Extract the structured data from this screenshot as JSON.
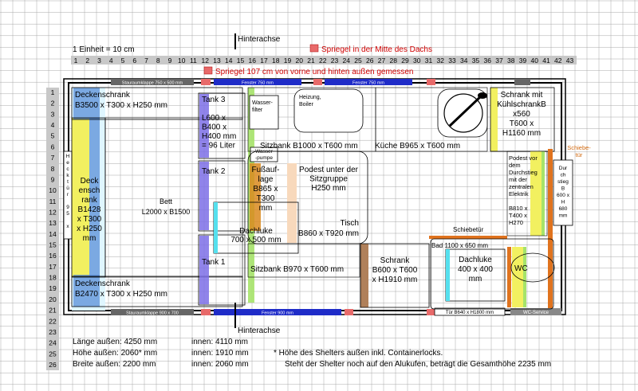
{
  "scale_label": "1 Einheit = 10 cm",
  "top_axis_label": "Hinterachse",
  "bottom_axis_label": "Hinterachse",
  "legend": [
    {
      "text": "Spriegel in der Mitte des Dachs",
      "color": "#e83a3a"
    },
    {
      "text": "Spriegel 107 cm von vorne und hinten außen gemessen",
      "color": "#e83a3a"
    }
  ],
  "col_numbers": [
    "1",
    "2",
    "3",
    "4",
    "5",
    "6",
    "7",
    "8",
    "9",
    "10",
    "11",
    "12",
    "13",
    "14",
    "15",
    "16",
    "17",
    "18",
    "19",
    "20",
    "21",
    "22",
    "23",
    "24",
    "25",
    "26",
    "27",
    "28",
    "29",
    "30",
    "31",
    "32",
    "33",
    "34",
    "35",
    "36",
    "37",
    "38",
    "39",
    "40",
    "41",
    "42",
    "43"
  ],
  "row_numbers": [
    "1",
    "2",
    "3",
    "4",
    "5",
    "6",
    "7",
    "8",
    "9",
    "10",
    "11",
    "12",
    "13",
    "14",
    "15",
    "16",
    "17",
    "18",
    "19",
    "20",
    "21",
    "22",
    "23",
    "24",
    "25",
    "26"
  ],
  "windows": {
    "stauraum_top": "Stauraumklappe 750 x 500 mm",
    "fenster_top_1": "Fenster 750 mm",
    "fenster_top_2": "Fenster 750 mm",
    "stauraum_bottom": "Stauraumklappe 900 x 700",
    "fenster_bottom": "Fenster 900 mm",
    "tuer": "Tür  B640 x H1800 mm",
    "wc_service": "WC-Service"
  },
  "labels": {
    "deckenschrank_top": [
      "Deckenschrank",
      "B3500 x T300 x H250 mm"
    ],
    "deckenschrank_bottom": [
      "Deckenschrank",
      "B2470 x T300 x H250 mm"
    ],
    "heckschrank": [
      "Deck",
      "ensch",
      "rank",
      "B1428",
      "x T300",
      "x H250",
      "mm"
    ],
    "heck_vertical": [
      "H",
      "e",
      "c",
      "k",
      "t",
      "ü",
      "r",
      "",
      "9",
      "5",
      "",
      "x"
    ],
    "bett": [
      "Bett",
      "L2000 x B1500"
    ],
    "tank3": [
      "Tank 3",
      "",
      "L600 x",
      "B400 x",
      "H400 mm",
      "= 96 Liter"
    ],
    "tank2": "Tank 2",
    "tank1": "Tank 1",
    "wasserfilter": [
      "Wasser-",
      "filter"
    ],
    "heizung": [
      "Heizung,",
      "Boiler"
    ],
    "wasserpumpe": [
      "Wasser",
      "-pumpe"
    ],
    "fussauflage": [
      "Fußauf-",
      "lage",
      "B865 x",
      "T300",
      "mm"
    ],
    "dachluke_left": [
      "Dachluke",
      "700 x 500 mm"
    ],
    "sitzbank_top": "Sitzbank B1000 x T600 mm",
    "sitzbank_bottom": "Sitzbank B970 x T600 mm",
    "kueche": "Küche B965 x T600 mm",
    "podest": [
      "Podest unter der",
      "Sitzgruppe",
      "H250 mm"
    ],
    "tisch": [
      "Tisch",
      "B860 x T920 mm"
    ],
    "schrank_mid": [
      "Schrank",
      "B600 x T600",
      "x H1910 mm"
    ],
    "schiebetuer_mid": "Schiebetür",
    "bad": "Bad 1100 x 650 mm",
    "dachluke_right": [
      "Dachluke",
      "400 x 400",
      "mm"
    ],
    "wc": "WC",
    "kuehlschrank": [
      "Schrank mit",
      "KühlschrankB",
      "x560",
      "T600 x",
      "H1160 mm"
    ],
    "podest_durchstieg": [
      "Podest vor",
      "dem",
      "Durchstieg",
      "mit der",
      "zentralen",
      "Elektrik",
      "",
      "B810 x",
      "T400 x",
      "H270"
    ],
    "durchstieg": [
      "Dur",
      "ch",
      "stieg",
      "B",
      "600 x",
      "H",
      "680",
      "mm"
    ],
    "schiebetuer_right": [
      "Schiebe-",
      "tür"
    ]
  },
  "footer": [
    {
      "label": "Länge außen: 4250 mm",
      "inner": "innen: 4110 mm",
      "note": ""
    },
    {
      "label": "Höhe außen: 2060* mm",
      "inner": "innen: 1910 mm",
      "note": "*   Höhe des Shelters außen inkl. Containerlocks."
    },
    {
      "label": "Breite außen: 2200 mm",
      "inner": "innen: 2060 mm",
      "note": "Steht der Shelter noch auf den Alukufen, beträgt die Gesamthöhe 2235 mm"
    }
  ]
}
